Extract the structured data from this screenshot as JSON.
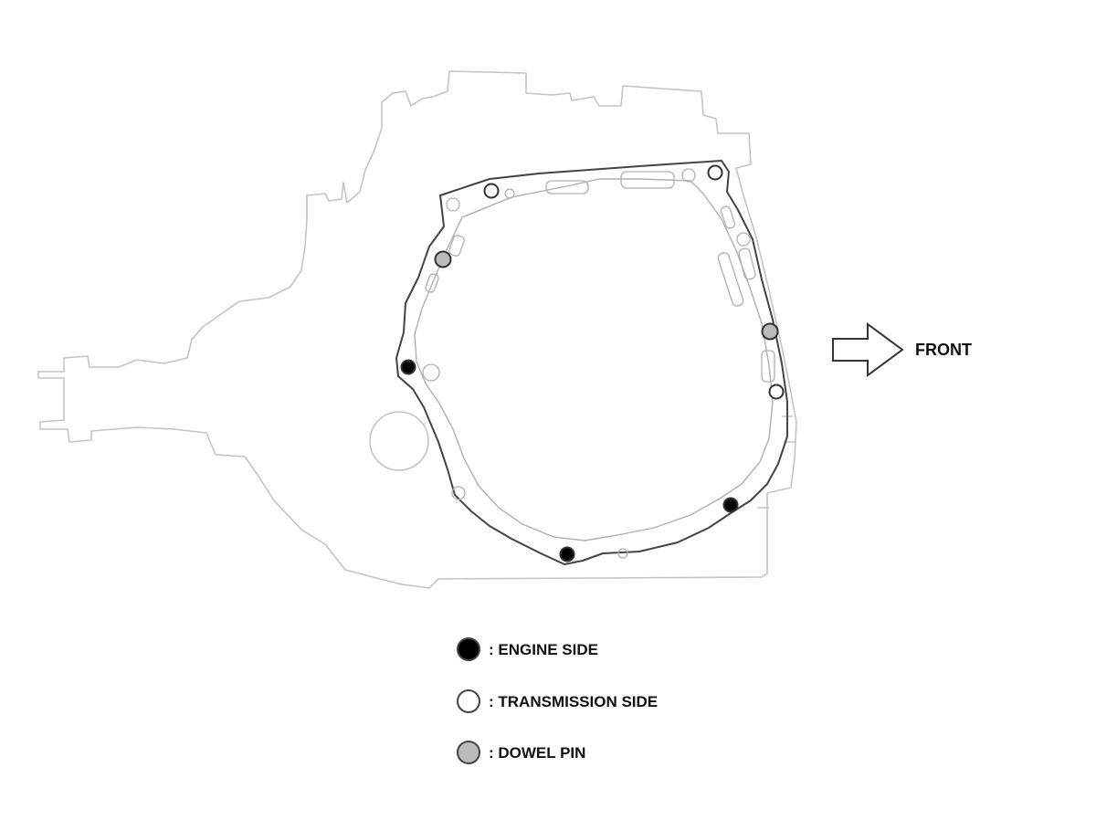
{
  "direction": {
    "label": "FRONT",
    "icon": "arrow-right-icon"
  },
  "legend": [
    {
      "key": "engine",
      "label": ": ENGINE SIDE",
      "color": "#000000"
    },
    {
      "key": "transmission",
      "label": ": TRANSMISSION SIDE",
      "color": "#ffffff"
    },
    {
      "key": "dowel",
      "label": ": DOWEL PIN",
      "color": "#bbbbbb"
    }
  ],
  "colors": {
    "housing_outline": "#c4c4c4",
    "gasket_outline": "#444444",
    "engine_side": "#000000",
    "transmission_side": "#ffffff",
    "dowel_pin": "#bbbbbb"
  },
  "bolts": [
    {
      "type": "transmission"
    },
    {
      "type": "transmission"
    },
    {
      "type": "dowel"
    },
    {
      "type": "dowel"
    },
    {
      "type": "engine"
    },
    {
      "type": "transmission"
    },
    {
      "type": "engine"
    },
    {
      "type": "engine"
    }
  ]
}
